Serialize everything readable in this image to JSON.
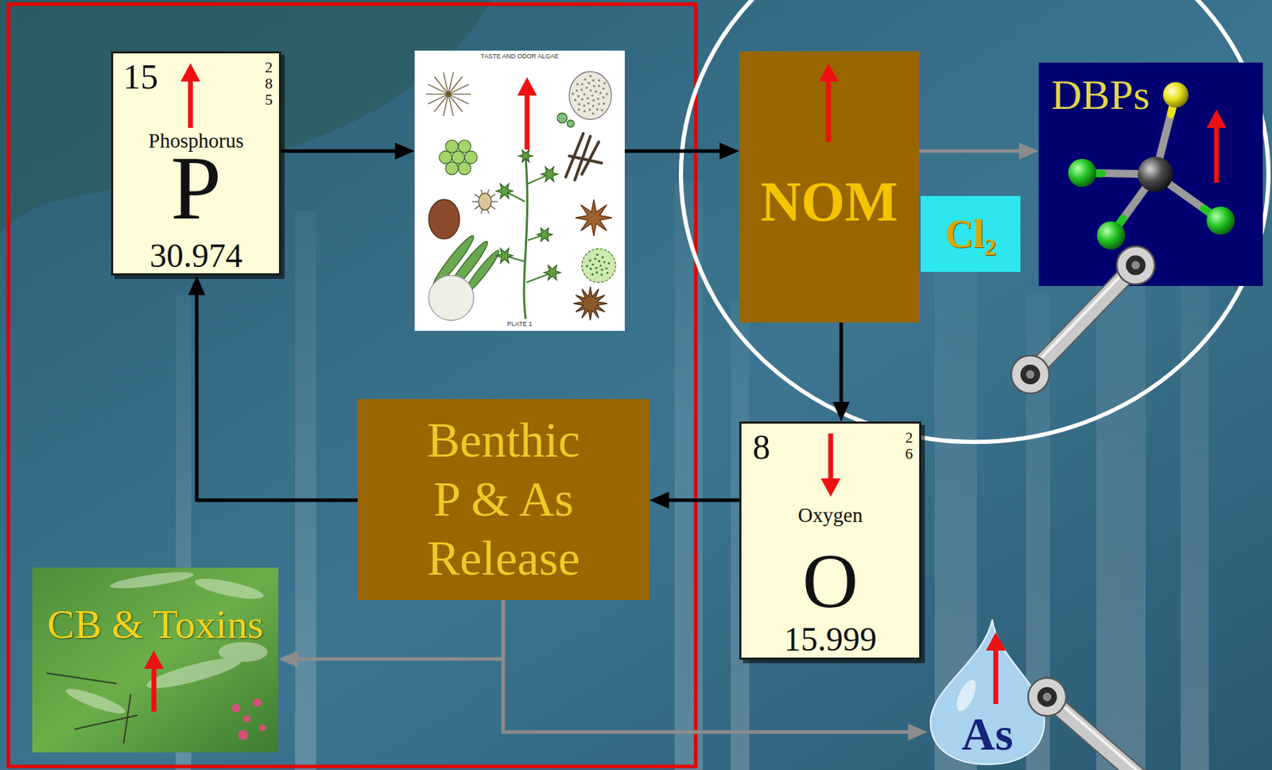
{
  "diagram": {
    "nodes": [
      {
        "text": [
          "15",
          "2 8 5",
          "Phosphorus",
          "P",
          "30.974"
        ]
      },
      {
        "text": [
          "TASTE AND ODOR ALGAE",
          "PLATE 1"
        ]
      },
      {
        "text": [
          "NOM"
        ]
      },
      {
        "text": [
          "Cl₂"
        ]
      },
      {
        "text": [
          "DBPs"
        ]
      },
      {
        "text": [
          "8",
          "2 6",
          "Oxygen",
          "O",
          "15.999"
        ]
      },
      {
        "text": [
          "Benthic P & As Release"
        ]
      },
      {
        "text": [
          "CB & Toxins"
        ]
      },
      {
        "text": [
          "As"
        ]
      }
    ],
    "edges": [
      {
        "from": 0,
        "to": 1,
        "arrow": "to"
      },
      {
        "from": 1,
        "to": 2,
        "arrow": "to"
      },
      {
        "from": 2,
        "to": 4,
        "arrow": "to"
      },
      {
        "from": 2,
        "to": 5,
        "arrow": "to"
      },
      {
        "from": 5,
        "to": 6,
        "arrow": "to"
      },
      {
        "from": 6,
        "to": 0,
        "arrow": "to"
      },
      {
        "from": 6,
        "to": 7,
        "arrow": "to"
      },
      {
        "from": 6,
        "to": 8,
        "arrow": "to"
      }
    ]
  }
}
